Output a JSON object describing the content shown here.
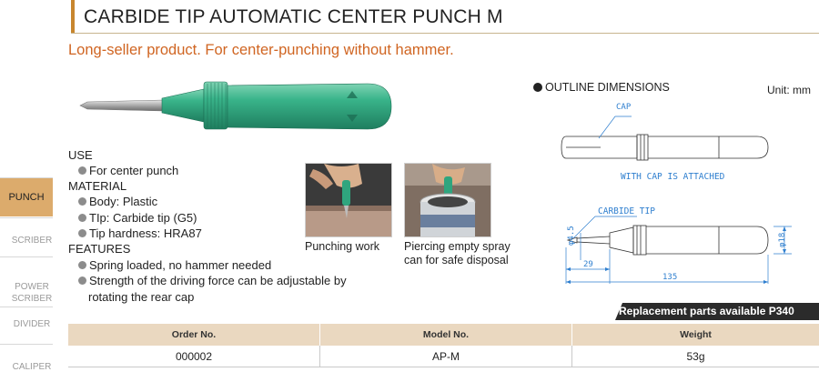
{
  "header": {
    "title": "CARBIDE TIP  AUTOMATIC CENTER PUNCH M",
    "subtitle": "Long-seller product. For center-punching without hammer."
  },
  "sidebar": {
    "items": [
      {
        "label": "PUNCH",
        "active": true
      },
      {
        "label": "SCRIBER",
        "active": false
      },
      {
        "label": "POWER\nSCRIBER",
        "active": false
      },
      {
        "label": "DIVIDER",
        "active": false
      },
      {
        "label": "CALIPER",
        "active": false
      }
    ]
  },
  "specs": {
    "use_heading": "USE",
    "use_items": [
      "For center punch"
    ],
    "material_heading": "MATERIAL",
    "material_items": [
      "Body: Plastic",
      "TIp: Carbide tip (G5)",
      "Tip hardness: HRA87"
    ],
    "features_heading": "FEATURES",
    "features_items": [
      "Spring loaded, no hammer needed",
      "Strength of the driving force can be adjustable by"
    ],
    "features_continuation": "rotating the rear cap"
  },
  "photos": {
    "caption_1": "Punching work",
    "caption_2_line1": "Piercing empty spray",
    "caption_2_line2": "can for safe disposal"
  },
  "outline": {
    "heading": "OUTLINE DIMENSIONS",
    "unit": "Unit: mm",
    "cap_label": "CAP",
    "cap_attached_label": "WITH CAP IS ATTACHED",
    "carbide_label": "CARBIDE TIP",
    "dim_phi45": "φ4.5",
    "dim_phi18": "φ18",
    "dim_29": "29",
    "dim_135": "135"
  },
  "replacement_note": "Replacement parts available P340",
  "table": {
    "headers": [
      "Order No.",
      "Model No.",
      "Weight"
    ],
    "rows": [
      [
        "000002",
        "AP-M",
        "53g"
      ]
    ]
  },
  "colors": {
    "accent_orange": "#d06522",
    "title_bar": "#c8862e",
    "sidebar_active": "#dcab6c",
    "table_header": "#ead8c0",
    "punch_green": "#2fa57e",
    "drawing_blue": "#2f7fcf"
  }
}
